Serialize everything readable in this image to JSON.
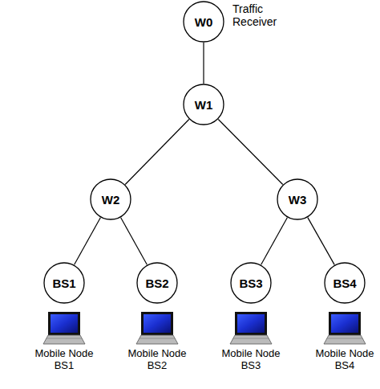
{
  "diagram": {
    "nodes": [
      {
        "text": [
          "W0",
          "Traffic Receiver"
        ]
      },
      {
        "text": [
          "W1"
        ]
      },
      {
        "text": [
          "W2"
        ]
      },
      {
        "text": [
          "W3"
        ]
      },
      {
        "text": [
          "BS1"
        ]
      },
      {
        "text": [
          "BS2"
        ]
      },
      {
        "text": [
          "BS3"
        ]
      },
      {
        "text": [
          "BS4"
        ]
      }
    ],
    "edges": [
      {
        "from": 0,
        "to": 1,
        "arrow": "none"
      },
      {
        "from": 1,
        "to": 2,
        "arrow": "none"
      },
      {
        "from": 1,
        "to": 3,
        "arrow": "none"
      },
      {
        "from": 2,
        "to": 4,
        "arrow": "none"
      },
      {
        "from": 2,
        "to": 5,
        "arrow": "none"
      },
      {
        "from": 3,
        "to": 6,
        "arrow": "none"
      },
      {
        "from": 3,
        "to": 7,
        "arrow": "none"
      }
    ],
    "labels": [
      "Mobile Node BS1",
      "Mobile Node BS2",
      "Mobile Node BS3",
      "Mobile Node BS4"
    ]
  }
}
